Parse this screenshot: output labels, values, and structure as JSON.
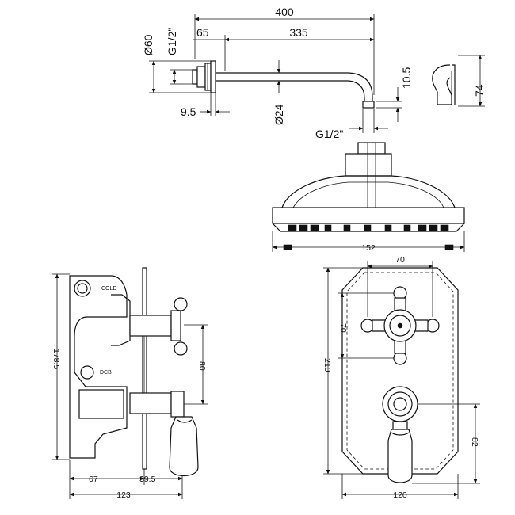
{
  "arm_dims": {
    "overall_length": "400",
    "arm_length": "335",
    "backplate_depth": "65",
    "backplate_dia": "Ø60",
    "wall_thread": "G1/2\"",
    "flange_thickness": "9.5",
    "pipe_dia": "Ø24",
    "outlet_thread": "G1/2\"",
    "outlet_height": "10.5"
  },
  "plate_dims": {
    "height": "74"
  },
  "head_dims": {
    "diameter": "152"
  },
  "valve_side_dims": {
    "height": "178.5",
    "centres": "80",
    "body_depth": "67",
    "projection": "39.5",
    "total_depth": "123",
    "cold_label": "COLD",
    "diverter_label": "DCB"
  },
  "valve_front_dims": {
    "width": "120",
    "height": "210",
    "top_handle_width": "70",
    "top_handle_height": "70",
    "lower_handle_height": "82"
  }
}
